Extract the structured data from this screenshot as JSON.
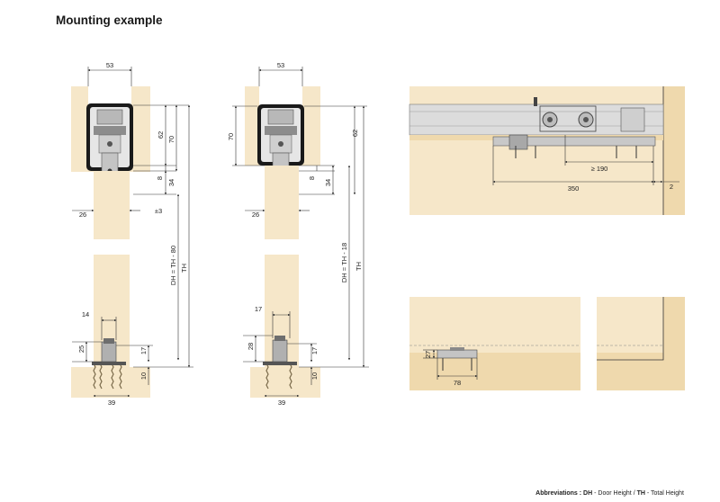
{
  "title": "Mounting example",
  "colors": {
    "wood": "#f6e7c9",
    "wood_dark": "#efd9ad",
    "frame": "#d8d8d8",
    "metal": "#9a9a9a",
    "dim_line": "#333333"
  },
  "left_section": {
    "width_top": "53",
    "height_a": "62",
    "height_b": "70",
    "gap": "8",
    "drop": "34",
    "tolerance": "±3",
    "door_thickness": "26",
    "door_height": "DH = TH - 80",
    "total_height": "TH",
    "guide_width": "14",
    "guide_height": "25",
    "guide_depth": "17",
    "floor": "10",
    "base_width": "39"
  },
  "middle_section": {
    "width_top": "53",
    "height_a": "70",
    "height_b": "62",
    "gap": "8",
    "drop": "34",
    "door_thickness": "26",
    "door_height": "DH = TH - 18",
    "total_height": "TH",
    "guide_width": "17",
    "guide_height": "28",
    "guide_depth": "17",
    "floor": "10",
    "base_width": "39"
  },
  "top_right": {
    "offset": "≥ 190",
    "length": "350",
    "edge": "2"
  },
  "bottom_right": {
    "height": "27",
    "width": "78"
  },
  "footer": {
    "label": "Abbreviations :",
    "dh_key": "DH",
    "dh_text": " - Door Height / ",
    "th_key": "TH",
    "th_text": " - Total Height"
  }
}
